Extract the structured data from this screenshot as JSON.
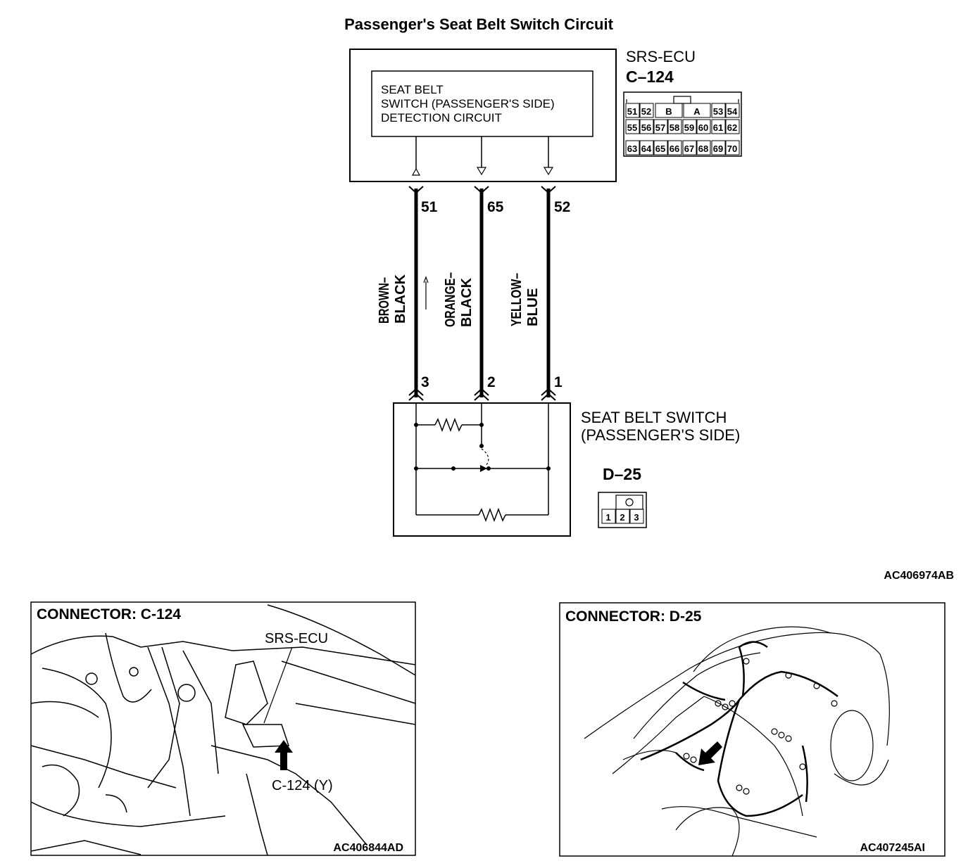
{
  "title": "Passenger's Seat Belt Switch Circuit",
  "srs_ecu": {
    "name": "SRS-ECU",
    "connector": "C–124",
    "inner_lines": [
      "SEAT BELT",
      "SWITCH (PASSENGER'S SIDE)",
      "DETECTION CIRCUIT"
    ],
    "pin_rows": [
      [
        "51",
        "52",
        "B",
        "A",
        "53",
        "54"
      ],
      [
        "55",
        "56",
        "57",
        "58",
        "59",
        "60",
        "61",
        "62"
      ],
      [
        "63",
        "64",
        "65",
        "66",
        "67",
        "68",
        "69",
        "70"
      ]
    ]
  },
  "wires": [
    {
      "ecu_pin": "51",
      "switch_pin": "3",
      "color_line1": "BROWN–",
      "color_line2": "BLACK"
    },
    {
      "ecu_pin": "65",
      "switch_pin": "2",
      "color_line1": "ORANGE–",
      "color_line2": "BLACK"
    },
    {
      "ecu_pin": "52",
      "switch_pin": "1",
      "color_line1": "YELLOW–",
      "color_line2": "BLUE"
    }
  ],
  "switch": {
    "line1": "SEAT BELT SWITCH",
    "line2": "(PASSENGER'S SIDE)",
    "connector": "D–25",
    "pins": [
      "1",
      "2",
      "3"
    ]
  },
  "diagram_code": "AC406974AB",
  "panel_left": {
    "heading": "CONNECTOR: C-124",
    "label_ecu": "SRS-ECU",
    "label_connector": "C-124 (Y)",
    "code": "AC406844AD"
  },
  "panel_right": {
    "heading": "CONNECTOR: D-25",
    "code": "AC407245AI"
  }
}
